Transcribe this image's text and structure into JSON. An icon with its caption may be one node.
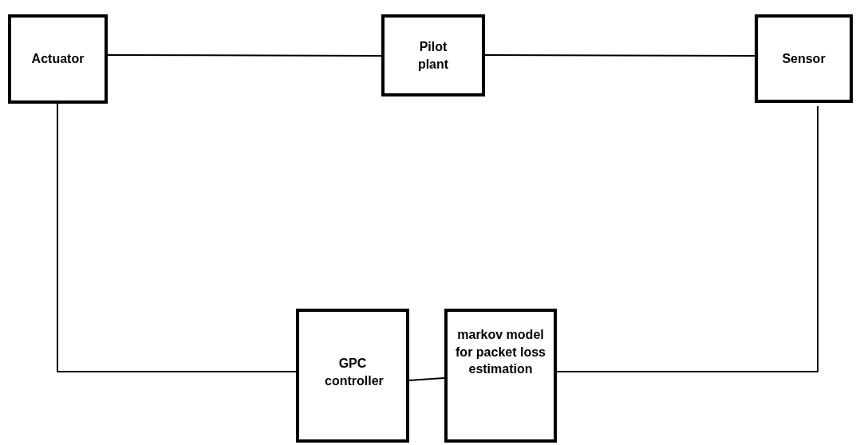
{
  "diagram": {
    "nodes": [
      {
        "text": [
          "Actuator"
        ]
      },
      {
        "text": [
          "Pilot plant"
        ]
      },
      {
        "text": [
          "Sensor"
        ]
      },
      {
        "text": [
          "GPC controller"
        ]
      },
      {
        "text": [
          "markov model for packet loss estimation"
        ]
      }
    ],
    "edges": [
      {
        "from": 0,
        "to": 1,
        "arrow": "none"
      },
      {
        "from": 1,
        "to": 2,
        "arrow": "none"
      },
      {
        "from": 0,
        "to": 3,
        "arrow": "none"
      },
      {
        "from": 2,
        "to": 4,
        "arrow": "none"
      },
      {
        "from": 3,
        "to": 4,
        "arrow": "none"
      }
    ]
  }
}
